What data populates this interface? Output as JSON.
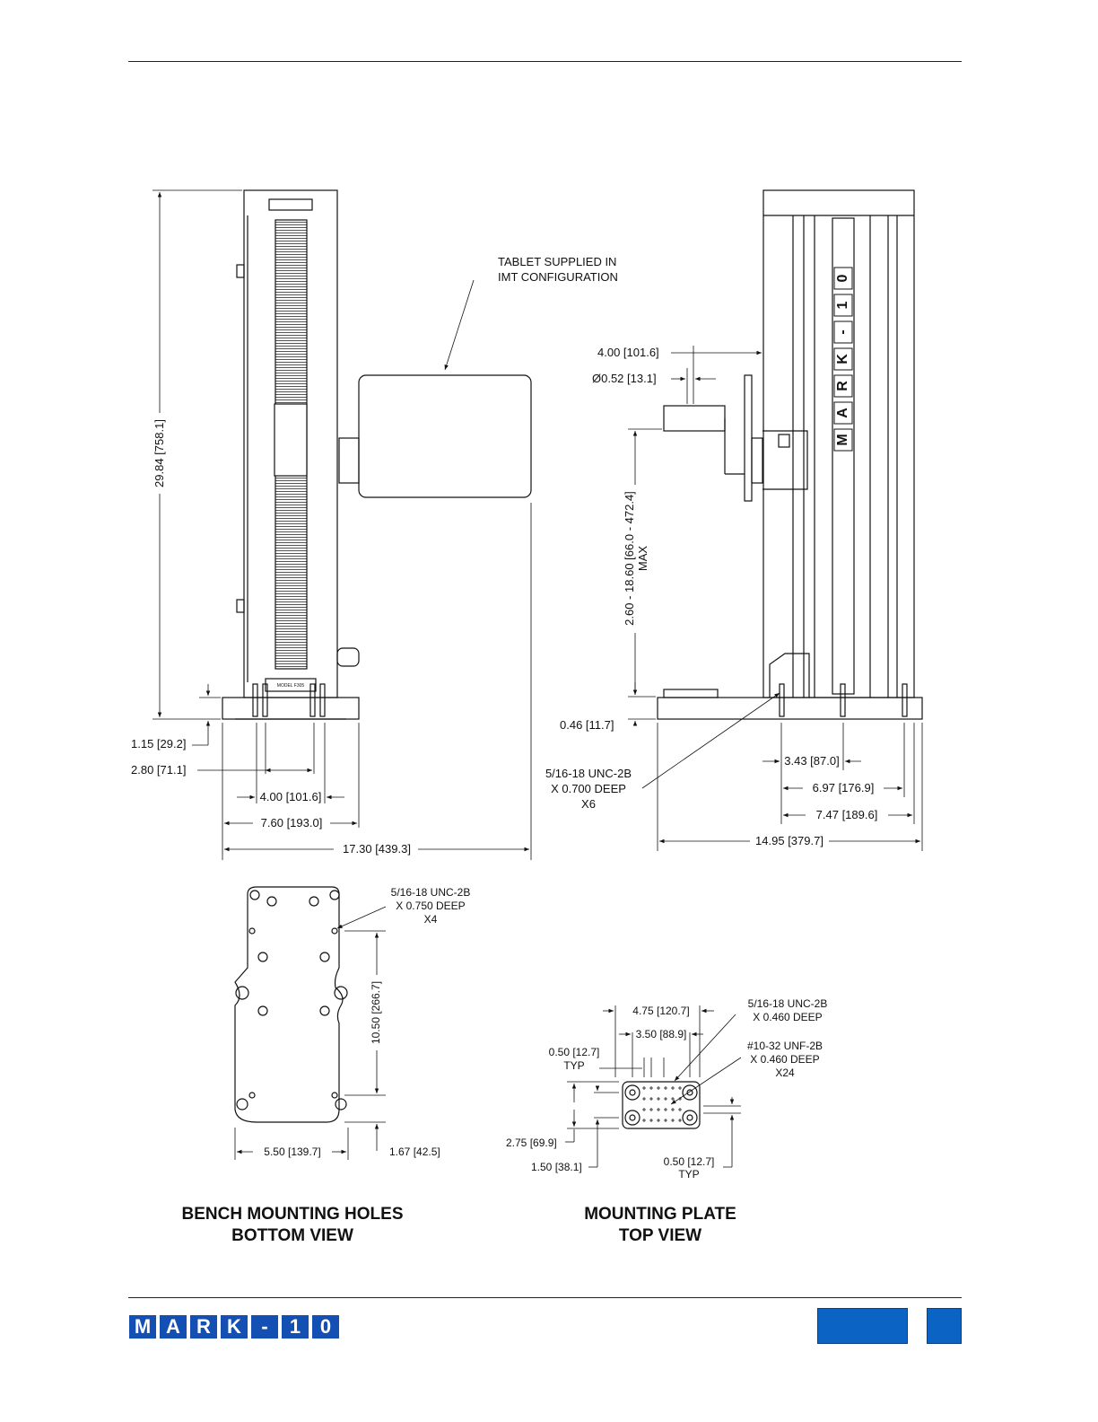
{
  "callouts": {
    "tablet_note_1": "TABLET SUPPLIED IN",
    "tablet_note_2": "IMT CONFIGURATION",
    "side_model_label": "MODEL F305",
    "column_letters": [
      "M",
      "A",
      "R",
      "K",
      "-",
      "1",
      "0"
    ]
  },
  "front_view": {
    "height": "29.84 [758.1]",
    "base_height": "1.15 [29.2]",
    "offset": "2.80 [71.1]",
    "hole_spacing": "4.00 [101.6]",
    "base_width": "7.60 [193.0]",
    "overall_width": "17.30 [439.3]"
  },
  "side_view": {
    "arm_length": "4.00 [101.6]",
    "hole_dia": "Ø0.52 [13.1]",
    "travel_1": "2.60 - 18.60 [66.0 - 472.4]",
    "travel_2": "MAX",
    "plate_height": "0.46 [11.7]",
    "thread_1": "5/16-18 UNC-2B",
    "thread_2": "X 0.700 DEEP",
    "thread_3": "X6",
    "dim_a": "3.43 [87.0]",
    "dim_b": "6.97 [176.9]",
    "dim_c": "7.47 [189.6]",
    "overall_depth": "14.95 [379.7]"
  },
  "bench_view": {
    "thread_1": "5/16-18 UNC-2B",
    "thread_2": "X 0.750 DEEP",
    "thread_3": "X4",
    "hole_spacing_v": "10.50 [266.7]",
    "hole_spacing_h": "5.50 [139.7]",
    "edge_offset": "1.67 [42.5]",
    "title_1": "BENCH MOUNTING HOLES",
    "title_2": "BOTTOM VIEW"
  },
  "plate_view": {
    "width_outer": "4.75 [120.7]",
    "width_inner": "3.50 [88.9]",
    "pitch_1": "0.50 [12.7]",
    "pitch_2": "TYP",
    "thread_a1": "5/16-18 UNC-2B",
    "thread_a2": "X 0.460 DEEP",
    "thread_b1": "#10-32 UNF-2B",
    "thread_b2": "X 0.460 DEEP",
    "thread_b3": "X24",
    "height_outer": "2.75 [69.9]",
    "height_inner": "1.50 [38.1]",
    "pitch_3": "0.50 [12.7]",
    "pitch_4": "TYP",
    "title_1": "MOUNTING PLATE",
    "title_2": "TOP VIEW"
  },
  "footer": {
    "logo_letters": [
      "M",
      "A",
      "R",
      "K",
      "-",
      "1",
      "0"
    ],
    "brand_blue": "#1450b4"
  }
}
